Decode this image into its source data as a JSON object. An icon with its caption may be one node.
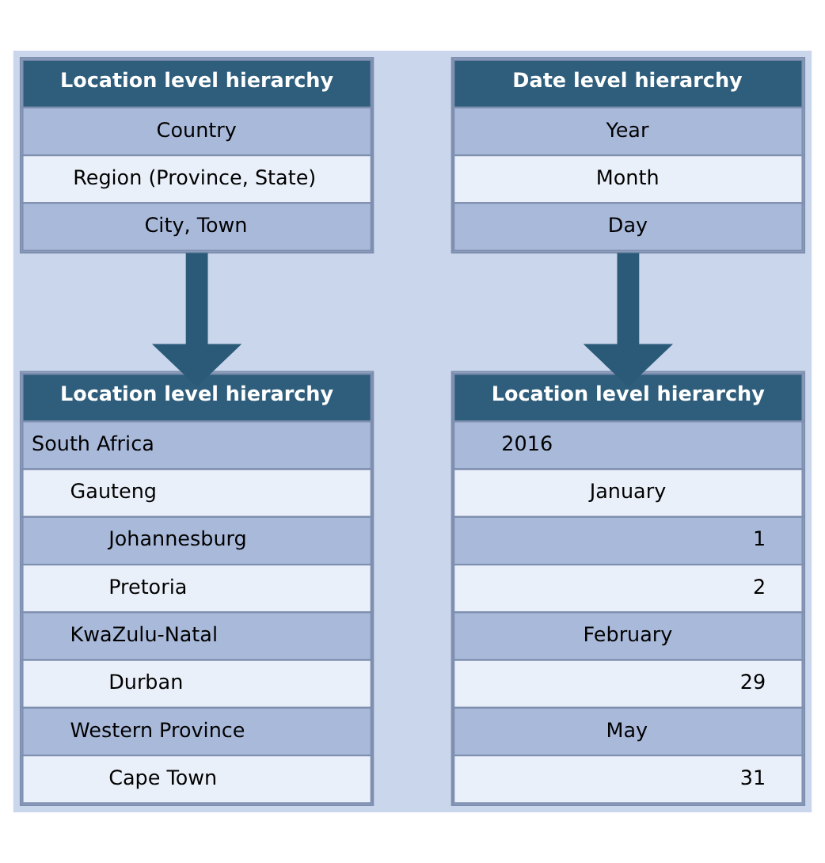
{
  "diagram": {
    "nodes": [
      {
        "text": [
          "Location level hierarchy",
          "Country",
          "Region (Province, State)",
          "City, Town"
        ]
      },
      {
        "text": [
          "Date level hierarchy",
          "Year",
          "Month",
          "Day"
        ]
      },
      {
        "text": [
          "Location level hierarchy",
          "South Africa",
          "Gauteng",
          "Johannesburg",
          "Pretoria",
          "KwaZulu-Natal",
          "Durban",
          "Western Province",
          "Cape Town"
        ]
      },
      {
        "text": [
          "Location level hierarchy",
          "2016",
          "January",
          "1",
          "2",
          "February",
          "29",
          "May",
          "31"
        ]
      }
    ],
    "edges": [
      {
        "from": 0,
        "to": 2,
        "arrow": "to"
      },
      {
        "from": 1,
        "to": 3,
        "arrow": "to"
      }
    ]
  }
}
